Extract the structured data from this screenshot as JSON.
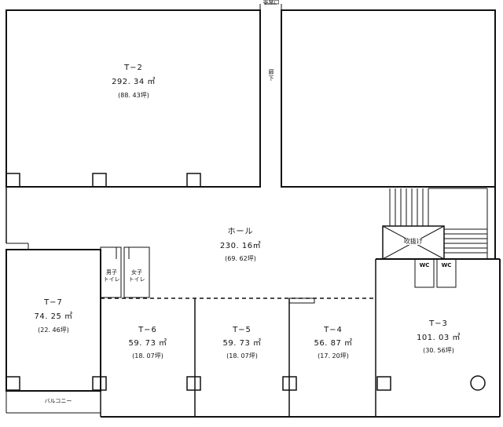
{
  "title": "",
  "labels": {
    "emergency_exit": "非常口",
    "corridor": "廊下",
    "hall": "ホール",
    "fukinuke": "吹抜け",
    "balcony": "バルコニー",
    "wc": "WC"
  },
  "restrooms": {
    "men": [
      "男子",
      "トイレ"
    ],
    "women": [
      "女子",
      "トイレ"
    ]
  },
  "units": {
    "t2": {
      "name": "T−2",
      "area": "292. 34 ㎡",
      "tsubo": "(88. 43坪)"
    },
    "hall": {
      "name": "ホール",
      "area": "230. 16㎡",
      "tsubo": "(69. 62坪)"
    },
    "t7": {
      "name": "T−7",
      "area": "74. 25 ㎡",
      "tsubo": "(22. 46坪)"
    },
    "t6": {
      "name": "T−6",
      "area": "59. 73 ㎡",
      "tsubo": "(18. 07坪)"
    },
    "t5": {
      "name": "T−5",
      "area": "59. 73 ㎡",
      "tsubo": "(18. 07坪)"
    },
    "t4": {
      "name": "T−4",
      "area": "56. 87 ㎡",
      "tsubo": "(17. 20坪)"
    },
    "t3": {
      "name": "T−3",
      "area": "101. 03 ㎡",
      "tsubo": "(30. 56坪)"
    }
  },
  "colors": {
    "line": "#111111",
    "background": "#ffffff"
  }
}
